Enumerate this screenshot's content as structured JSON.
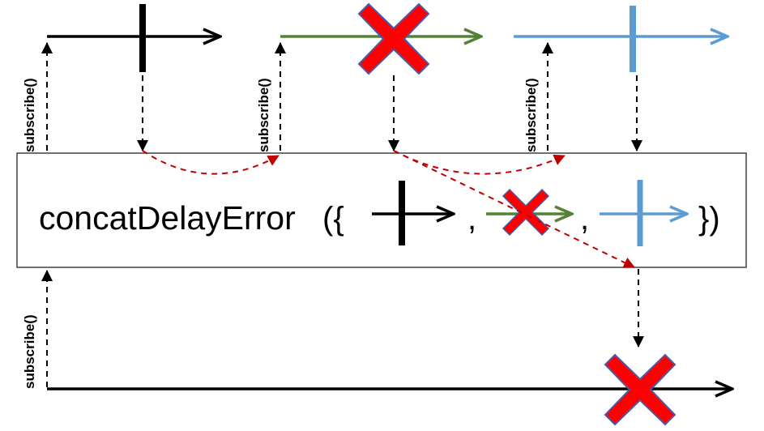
{
  "operator": {
    "name": "concatDelayError",
    "open": "({",
    "separator_1": ",",
    "separator_2": ",",
    "close": "})"
  },
  "subscribe_labels": {
    "source_1": "subscribe()",
    "source_2": "subscribe()",
    "source_3": "subscribe()",
    "output": "subscribe()"
  },
  "colors": {
    "source_1": "#000000",
    "source_2": "#548235",
    "source_3": "#5b9bd5",
    "output": "#000000",
    "error_mark": "#ff0000",
    "error_mark_outline": "#4a5aa8",
    "flow_arrow": "#c00000",
    "operator_box_border": "#404040"
  },
  "icons": {
    "completion": "vertical-bar-icon",
    "error": "red-x-icon"
  },
  "streams": [
    {
      "id": "source_1",
      "terminal": "completion"
    },
    {
      "id": "source_2",
      "terminal": "error"
    },
    {
      "id": "source_3",
      "terminal": "completion"
    },
    {
      "id": "output",
      "terminal": "error"
    }
  ]
}
